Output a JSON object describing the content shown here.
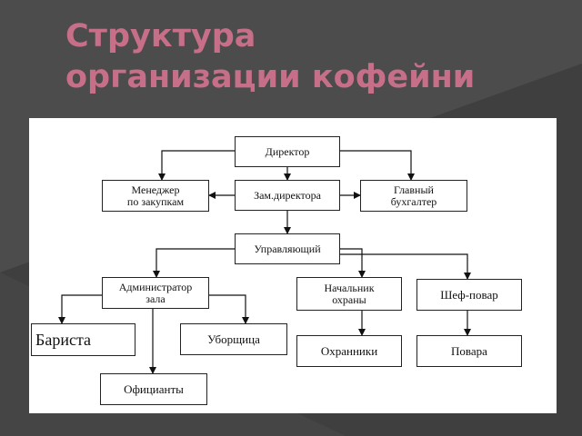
{
  "title": {
    "line1": "Структура",
    "line2": "организации кофейни"
  },
  "chart": {
    "nodes": {
      "director": "Директор",
      "purchasing_manager": "Менеджер\nпо закупкам",
      "deputy_director": "Зам.директора",
      "chief_accountant": "Главный\nбухгалтер",
      "manager": "Управляющий",
      "hall_administrator": "Администратор\nзала",
      "security_chief": "Начальник\nохраны",
      "chef": "Шеф-повар",
      "barista": "Бариста",
      "cleaners": "Уборщица",
      "waiters": "Официанты",
      "guards": "Охранники",
      "cooks": "Повара"
    }
  },
  "colors": {
    "background": "#454545",
    "title": "#c76f88",
    "panel": "#ffffff"
  }
}
